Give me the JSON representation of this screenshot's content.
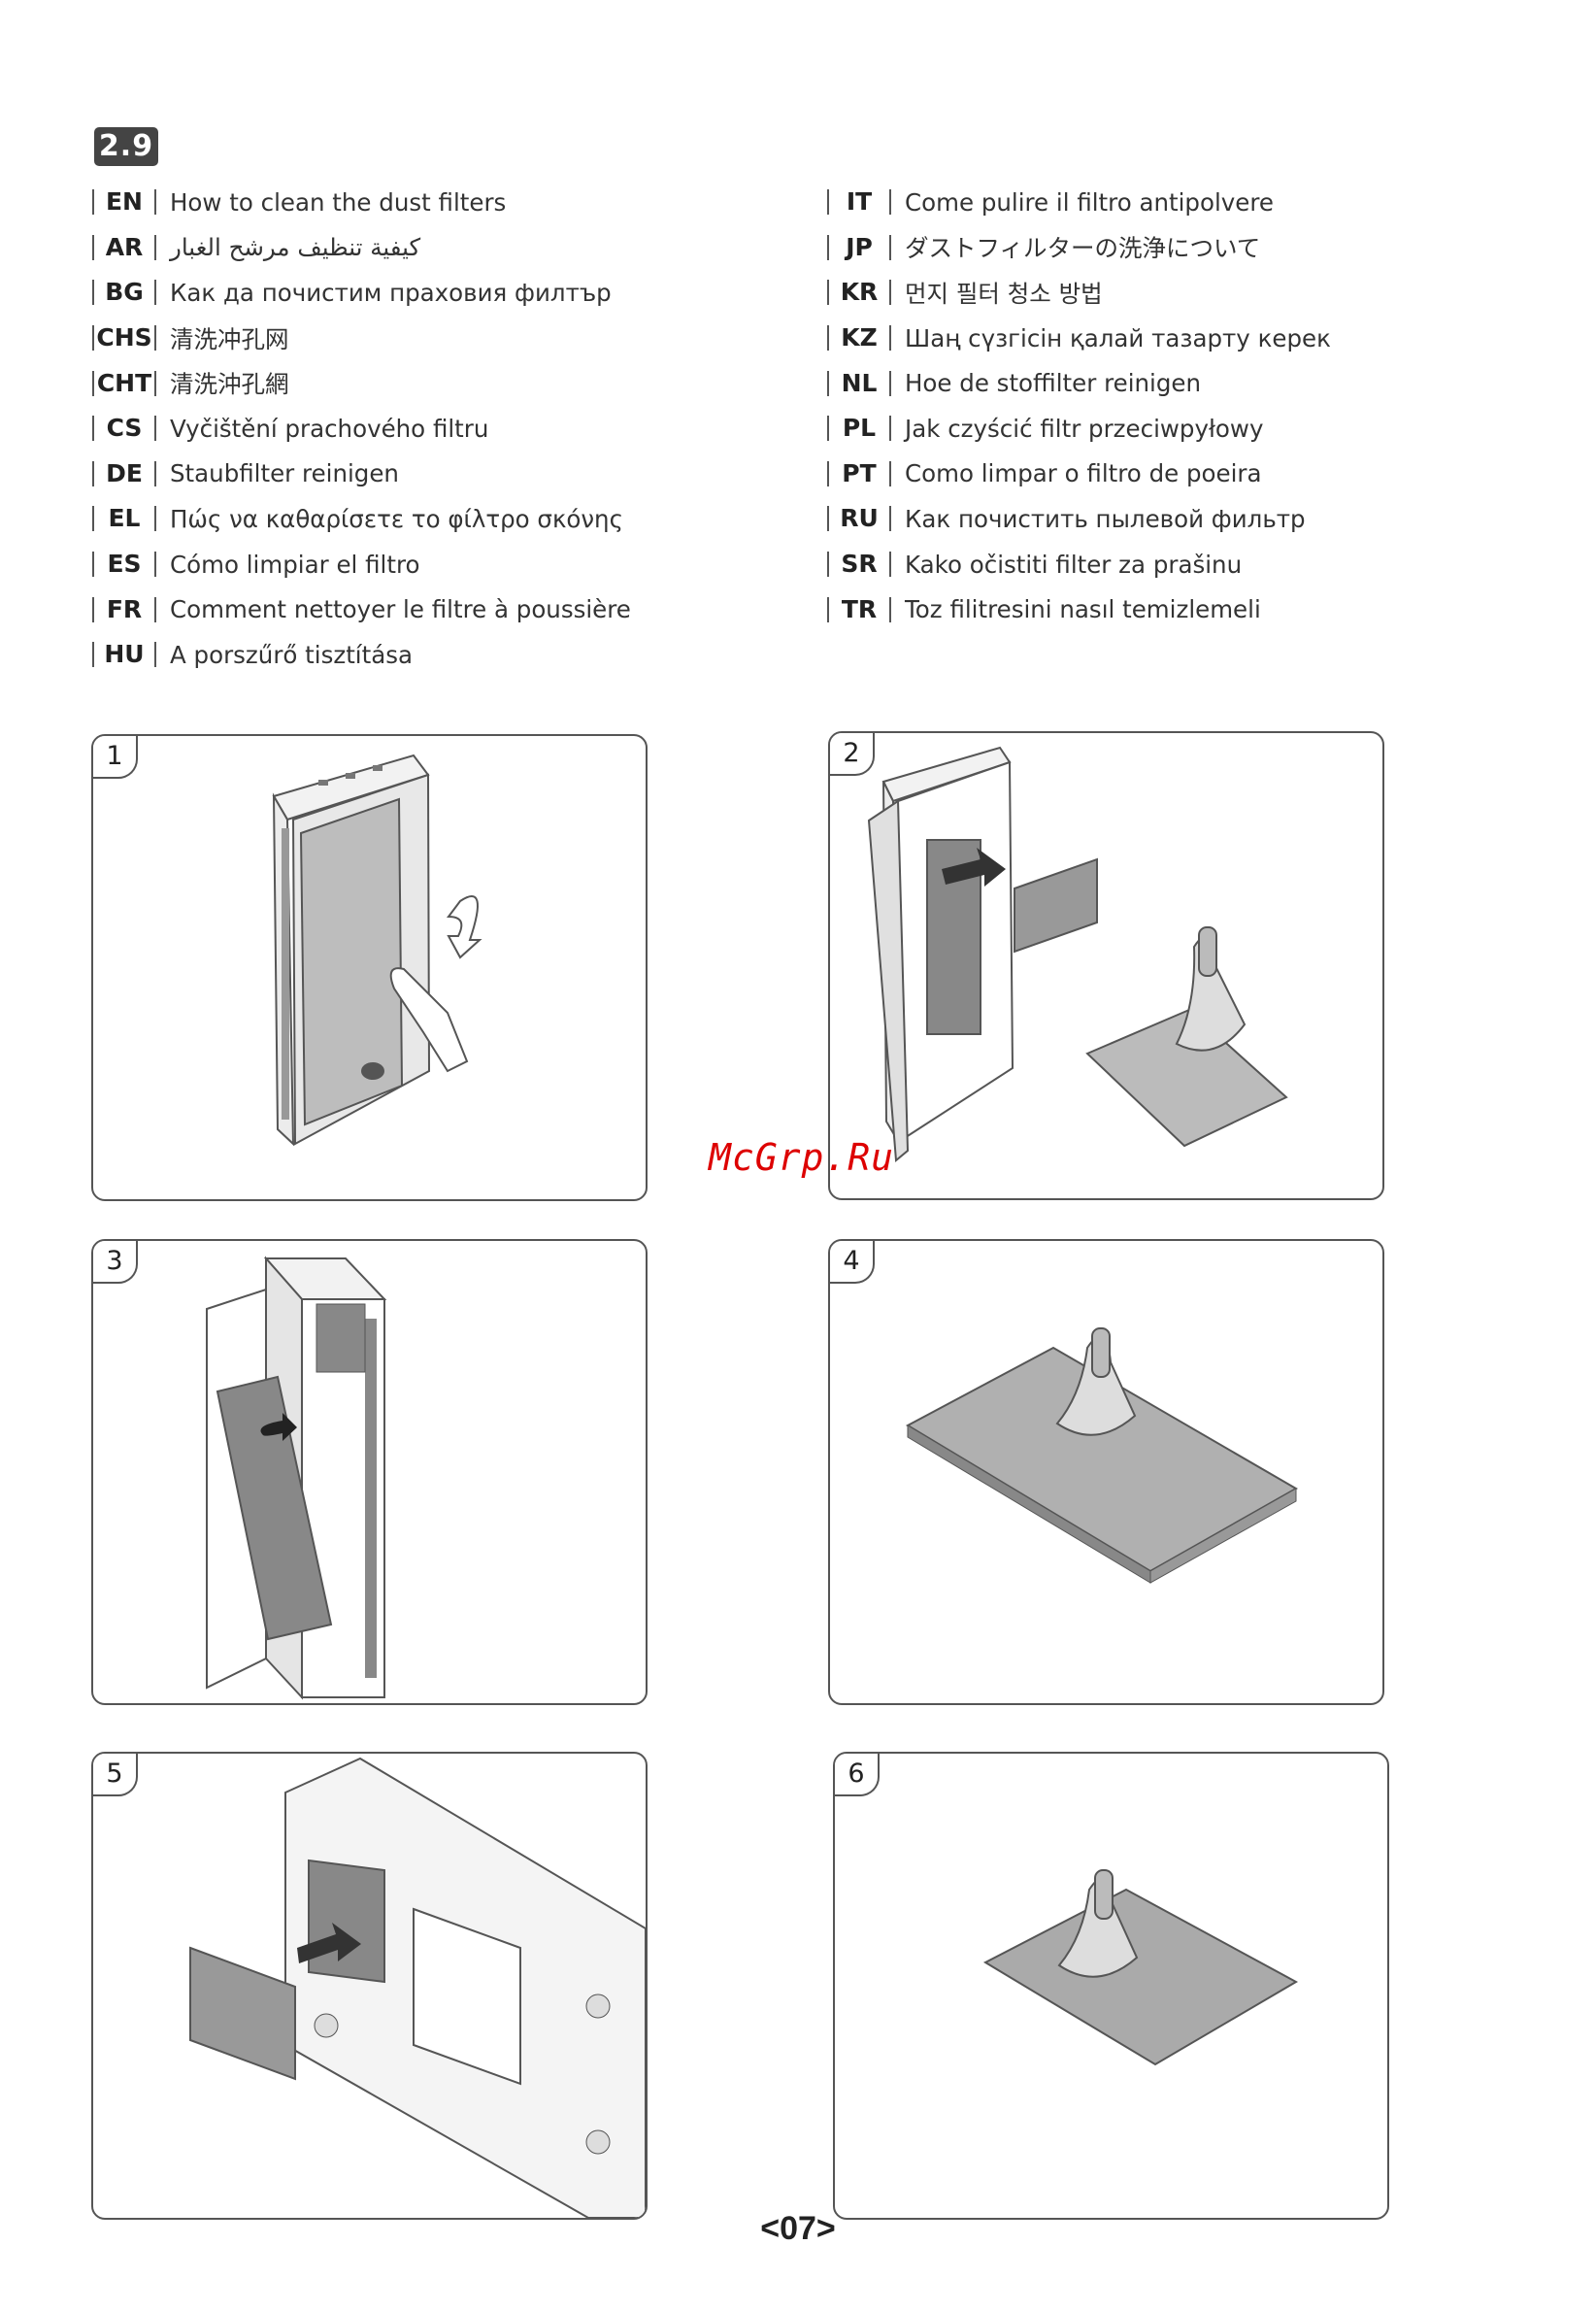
{
  "section_badge": "2.9",
  "languages_left": [
    {
      "code": "EN",
      "text": "How to clean the dust filters"
    },
    {
      "code": "AR",
      "text": "كيفية تنظيف مرشح الغبار"
    },
    {
      "code": "BG",
      "text": "Как да почистим праховия филтър"
    },
    {
      "code": "CHS",
      "text": "清洗冲孔网"
    },
    {
      "code": "CHT",
      "text": "清洗沖孔網"
    },
    {
      "code": "CS",
      "text": "Vyčištění prachového filtru"
    },
    {
      "code": "DE",
      "text": "Staubfilter reinigen"
    },
    {
      "code": "EL",
      "text": "Πώς να καθαρίσετε το φίλτρο σκόνης"
    },
    {
      "code": "ES",
      "text": "Cómo limpiar el filtro"
    },
    {
      "code": "FR",
      "text": "Comment nettoyer le filtre à poussière"
    },
    {
      "code": "HU",
      "text": "A porszűrő tisztítása"
    }
  ],
  "languages_right": [
    {
      "code": "IT",
      "text": "Come pulire il filtro antipolvere"
    },
    {
      "code": "JP",
      "text": "ダストフィルターの洗浄について"
    },
    {
      "code": "KR",
      "text": "먼지 필터 청소 방법"
    },
    {
      "code": "KZ",
      "text": "Шаң сүзгісін қалай тазарту керек"
    },
    {
      "code": "NL",
      "text": "Hoe de stoffilter reinigen"
    },
    {
      "code": "PL",
      "text": "Jak czyścić filtr przeciwpyłowy"
    },
    {
      "code": "PT",
      "text": "Como limpar o filtro de poeira"
    },
    {
      "code": "RU",
      "text": "Как почистить пылевой фильтр"
    },
    {
      "code": "SR",
      "text": "Kako očistiti filter za prašinu"
    },
    {
      "code": "TR",
      "text": "Toz filitresini nasıl temizlemeli"
    }
  ],
  "panels": [
    "1",
    "2",
    "3",
    "4",
    "5",
    "6"
  ],
  "watermark": "McGrp.Ru",
  "page_number": "<07>"
}
